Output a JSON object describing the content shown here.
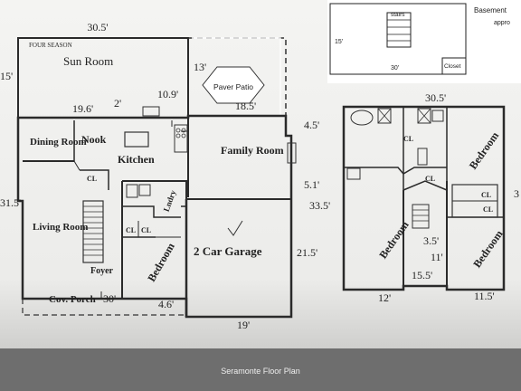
{
  "caption": "Seramonte Floor Plan",
  "first_floor": {
    "sun_room": {
      "label": "Sun Room",
      "note": "FOUR SEASON"
    },
    "dim_top_width": "30.5'",
    "dim_left_sunroom": "15'",
    "dim_left_main": "31.5'",
    "dim_13": "13'",
    "paver_patio": "Paver Patio",
    "dim_19_6": "19.6'",
    "dim_2": "2'",
    "dim_10_9": "10.9'",
    "dim_18_5": "18.5'",
    "dim_4_5": "4.5'",
    "dim_5_1": "5.1'",
    "dim_33_5": "33.5'",
    "dim_21_5": "21.5'",
    "dim_30_bottom": "30'",
    "dim_4_6": "4.6'",
    "dim_19_bottom": "19'",
    "rooms": {
      "dining": "Dining Room",
      "nook": "Nook",
      "kitchen": "Kitchen",
      "family": "Family Room",
      "living": "Living Room",
      "laundry": "Lndry",
      "foyer": "Foyer",
      "bedroom": "Bedroom",
      "garage": "2 Car Garage",
      "porch": "Cov. Porch",
      "closet": "CL"
    }
  },
  "second_floor": {
    "dim_top": "30.5'",
    "dim_3_5": "3.5'",
    "dim_11": "11'",
    "dim_15_5": "15.5'",
    "dim_12": "12'",
    "dim_11_5": "11.5'",
    "dim_right_edge": "3",
    "bedroom": "Bedroom",
    "closet": "CL"
  },
  "basement": {
    "title": "Basement",
    "note": "appro",
    "stairs": "stairs",
    "width": "30'",
    "height": "15'",
    "closet": "Closet"
  }
}
